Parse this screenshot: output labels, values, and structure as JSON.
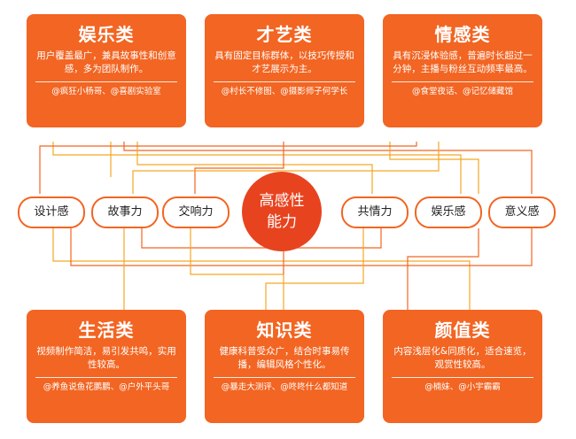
{
  "center": {
    "label": "高感性\n能力"
  },
  "abilities": [
    "设计感",
    "故事力",
    "交响力",
    "共情力",
    "娱乐感",
    "意义感"
  ],
  "cards": {
    "entertainment": {
      "title": "娱乐类",
      "desc": "用户覆盖最广，兼具故事性和创意感，多为团队制作。",
      "accounts": "@疯狂小杨哥、@喜剧实验室"
    },
    "talent": {
      "title": "才艺类",
      "desc": "具有固定目标群体，以技巧传授和才艺展示为主。",
      "accounts": "@村长不修图、@摄影师子何学长"
    },
    "emotion": {
      "title": "情感类",
      "desc": "具有沉浸体验感，普遍时长超过一分钟，主播与粉丝互动频率最高。",
      "accounts": "@食堂夜话、@记忆储藏馆"
    },
    "life": {
      "title": "生活类",
      "desc": "视频制作简洁，易引发共鸣，实用性较高。",
      "accounts": "@养鱼说鱼花鹏鹏、@户外平头哥"
    },
    "knowledge": {
      "title": "知识类",
      "desc": "健康科普受众广，结合时事易传播，编辑风格个性化。",
      "accounts": "@暴走大测评、@咚咚什么都知道"
    },
    "appearance": {
      "title": "颜值类",
      "desc": "内容浅层化&同质化，适合速览，观赏性较高。",
      "accounts": "@楠妹、@小宇霸霸"
    }
  },
  "colors": {
    "accent": "#f26522",
    "center": "#e8431f",
    "line": "#f5a623"
  }
}
